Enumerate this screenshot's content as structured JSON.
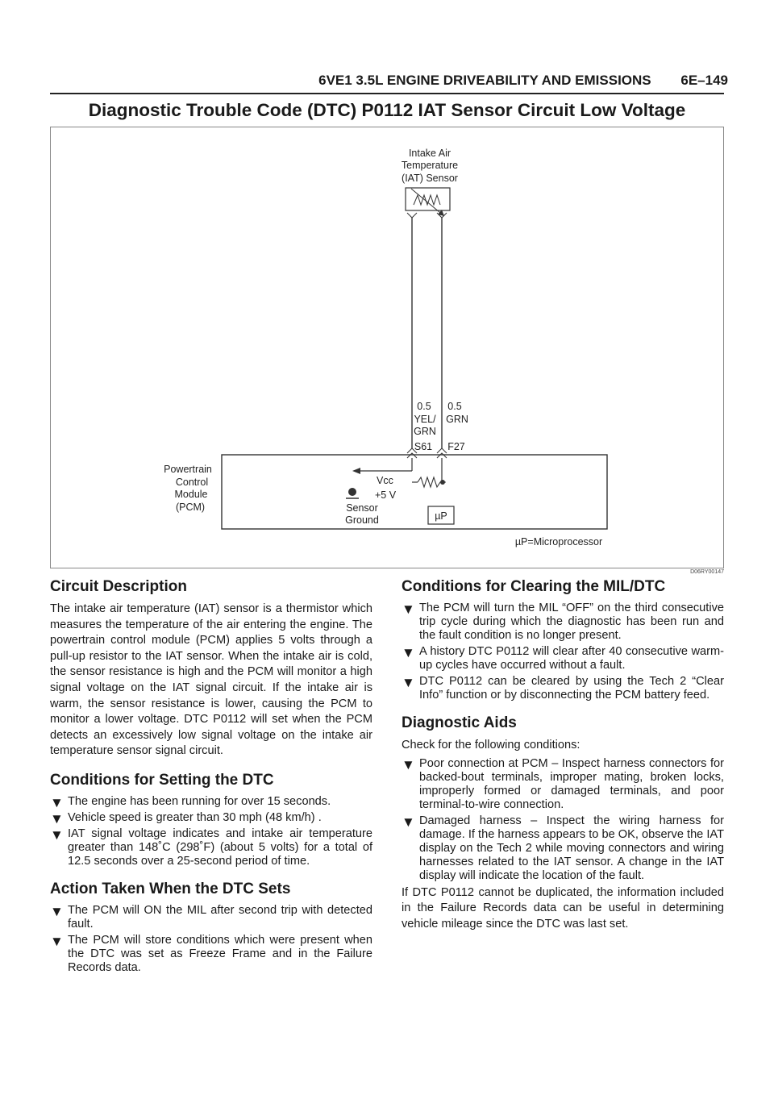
{
  "header": {
    "section": "6VE1 3.5L ENGINE DRIVEABILITY AND EMISSIONS",
    "page": "6E–149"
  },
  "title": "Diagnostic Trouble Code (DTC) P0112 IAT Sensor Circuit Low Voltage",
  "figure": {
    "id": "D06RY00147",
    "sensor_label": [
      "Intake Air",
      "Temperature",
      "(IAT) Sensor"
    ],
    "wire1": [
      "0.5",
      "YEL/",
      "GRN"
    ],
    "wire2": [
      "0.5",
      "GRN"
    ],
    "pin1": "S61",
    "pin2": "F27",
    "pcm_label": [
      "Powertrain",
      "Control",
      "Module",
      "(PCM)"
    ],
    "vcc": "Vcc",
    "volts": "+5 V",
    "ground": [
      "Sensor",
      "Ground"
    ],
    "up": "µP",
    "legend": "µP=Microprocessor"
  },
  "left": {
    "circuit_description": {
      "heading": "Circuit Description",
      "text": "The intake air temperature (IAT) sensor is a thermistor which measures the temperature of the air entering the engine.  The powertrain control module (PCM) applies 5 volts through a pull-up resistor to the IAT sensor.  When the intake air is cold, the sensor resistance is high and the PCM will monitor a high signal voltage on the IAT signal circuit.  If the intake air is warm, the sensor resistance is lower, causing the PCM to monitor a lower voltage.  DTC P0112 will set when the PCM detects an excessively low signal voltage on the intake air temperature sensor signal circuit."
    },
    "conditions_setting": {
      "heading": "Conditions for Setting the DTC",
      "items": [
        "The engine has been running for over 15 seconds.",
        "Vehicle speed is greater than 30 mph (48 km/h) .",
        "IAT signal voltage indicates and intake air temperature greater than 148˚C (298˚F) (about 5 volts) for a total of 12.5 seconds over a 25-second period of time."
      ]
    },
    "action_taken": {
      "heading": "Action Taken When the DTC Sets",
      "items": [
        "The PCM will ON the MIL after second trip with detected fault.",
        "The PCM will store conditions which were present when the DTC was set as Freeze Frame and in the Failure Records data."
      ]
    }
  },
  "right": {
    "conditions_clearing": {
      "heading": "Conditions for Clearing the MIL/DTC",
      "items": [
        "The PCM will turn the MIL “OFF” on the third consecutive trip cycle during which the diagnostic has been run and the fault condition is no longer present.",
        "A history DTC P0112 will clear after 40 consecutive warm-up cycles have occurred without a fault.",
        "DTC P0112 can be cleared by using the Tech 2 “Clear Info” function or by disconnecting the PCM battery feed."
      ]
    },
    "diagnostic_aids": {
      "heading": "Diagnostic Aids",
      "intro": "Check for the following conditions:",
      "items": [
        "Poor connection at PCM – Inspect harness connectors for backed-bout terminals, improper mating, broken locks, improperly formed or damaged terminals, and poor terminal-to-wire connection.",
        "Damaged harness – Inspect the wiring harness for damage.  If the harness appears to be OK, observe the IAT display on the Tech 2 while moving connectors and wiring harnesses related to the IAT sensor. A change in the IAT display will indicate the location of the fault."
      ],
      "closing": "If DTC P0112 cannot be duplicated, the information included in the Failure Records data can be useful in determining vehicle mileage since the DTC was last set."
    }
  },
  "bullet_glyph": "▼"
}
